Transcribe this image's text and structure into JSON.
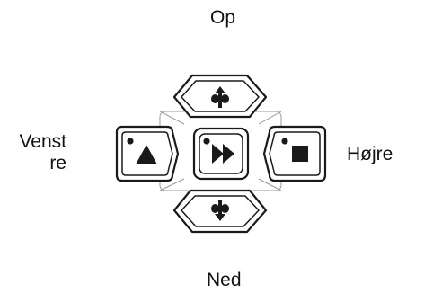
{
  "labels": {
    "up": "Op",
    "down": "Ned",
    "left_line1": "Venst",
    "left_line2": "re",
    "right": "Højre"
  },
  "icons": {
    "up_button": "fan-arrow-up-icon",
    "down_button": "fan-arrow-down-icon",
    "left_button": "play-triangle-icon",
    "center_button": "fast-forward-icon",
    "right_button": "stop-square-icon"
  },
  "colors": {
    "stroke": "#1a1a1a",
    "fill": "#ffffff",
    "frame": "#9a9a9a"
  }
}
